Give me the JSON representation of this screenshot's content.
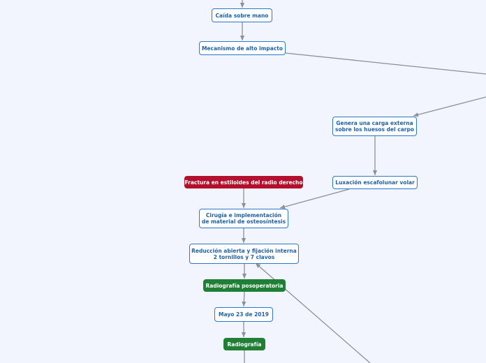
{
  "nodes": {
    "caida": "Caída sobre mano",
    "mecanismo": "Mecanismo de alto impacto",
    "carga_l1": "Genera una carga externa",
    "carga_l2": "sobre los huesos del carpo",
    "luxacion": "Luxación escafolunar volar",
    "fractura": "Fractura en estiloides del radio derecho",
    "cirugia_l1": "Cirugía e implementación",
    "cirugia_l2": "de material de osteosíntesis",
    "reduccion_l1": "Reducción abierta y fijación interna",
    "reduccion_l2": "2 tornillos y 7 clavos",
    "rx_posop": "Radiografía posoperatoria",
    "fecha": "Mayo 23 de 2019",
    "rx": "Radiografía"
  },
  "colors": {
    "background": "#f2f5fe",
    "outline_border": "#2a79c9",
    "outline_text": "#1e62a8",
    "red_fill": "#b4102e",
    "green_fill": "#1e7f35",
    "connector": "#8a8f99"
  }
}
